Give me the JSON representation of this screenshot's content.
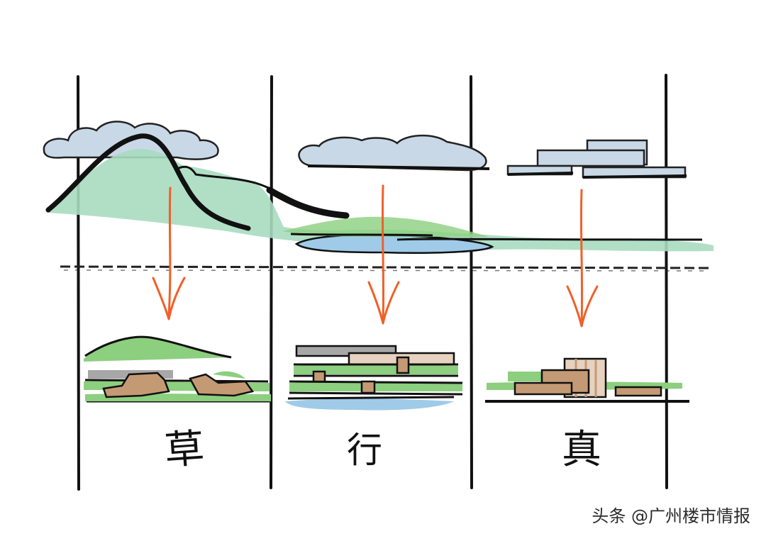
{
  "columns": [
    {
      "label": "草"
    },
    {
      "label": "行"
    },
    {
      "label": "真"
    }
  ],
  "watermark": "头条 @广州楼市情报",
  "colors": {
    "ink": "#111111",
    "arrow": "#f0602a",
    "green": "#8ccf7e",
    "mint": "#a9dcc0",
    "water": "#9fcbe8",
    "cloud": "#c9d8e6",
    "brown": "#c49a74",
    "gray": "#a7a7a7"
  }
}
